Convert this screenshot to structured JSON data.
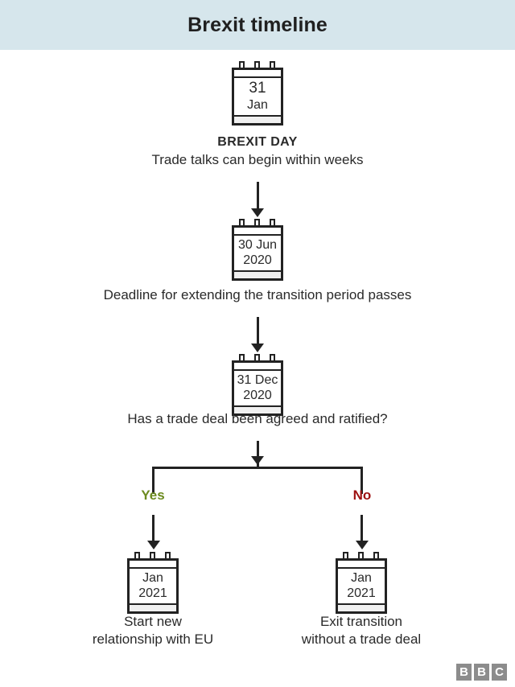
{
  "header": {
    "title": "Brexit timeline",
    "band_color": "#d6e6ec"
  },
  "chart_data": {
    "type": "diagram",
    "title": "Brexit timeline",
    "nodes": [
      {
        "id": "node-brexit-day",
        "calendar": {
          "day": "31",
          "month": "Jan",
          "year": ""
        },
        "heading": "BREXIT DAY",
        "caption": "Trade talks can begin within weeks"
      },
      {
        "id": "node-extension-deadline",
        "calendar": {
          "day": "",
          "month": "30 Jun",
          "year": "2020"
        },
        "heading": "",
        "caption": "Deadline for extending the transition period passes"
      },
      {
        "id": "node-transition-end",
        "calendar": {
          "day": "",
          "month": "31 Dec",
          "year": "2020"
        },
        "heading": "",
        "caption": "Has a trade deal been agreed and ratified?"
      }
    ],
    "branches": [
      {
        "id": "branch-yes",
        "label": "Yes",
        "label_color": "#6c8b1f",
        "calendar": {
          "day": "",
          "month": "Jan",
          "year": "2021"
        },
        "caption_line1": "Start new",
        "caption_line2": "relationship with EU"
      },
      {
        "id": "branch-no",
        "label": "No",
        "label_color": "#9e1212",
        "calendar": {
          "day": "",
          "month": "Jan",
          "year": "2021"
        },
        "caption_line1": "Exit transition",
        "caption_line2": "without a trade deal"
      }
    ]
  },
  "logo": {
    "letters": [
      "B",
      "B",
      "C"
    ]
  }
}
